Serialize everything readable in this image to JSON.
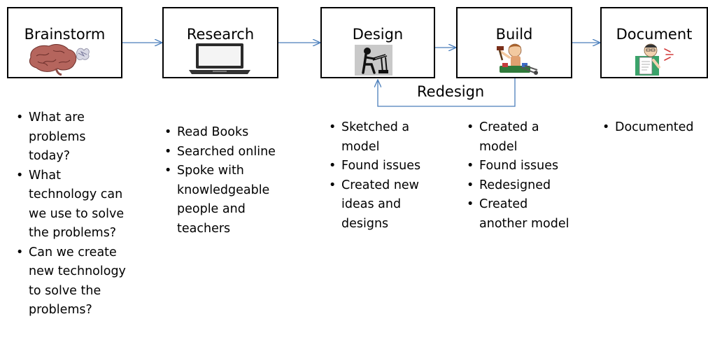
{
  "steps": [
    {
      "title": "Brainstorm",
      "icon": "brain-icon",
      "bullets": [
        " What are problems today?",
        "What technology can we use to solve the problems?",
        "Can we create new technology to solve the problems?"
      ]
    },
    {
      "title": "Research",
      "icon": "laptop-icon",
      "bullets": [
        "Read Books",
        "Searched online",
        "Spoke with knowledgeable people and teachers"
      ]
    },
    {
      "title": "Design",
      "icon": "designer-at-desk-icon",
      "bullets": [
        "Sketched a model",
        "Found issues",
        "Created new ideas and designs"
      ]
    },
    {
      "title": "Build",
      "icon": "builder-with-hammer-icon",
      "bullets": [
        "Created a model",
        "Found issues",
        "Redesigned",
        "Created another model"
      ]
    },
    {
      "title": "Document",
      "icon": "person-writing-icon",
      "bullets": [
        "Documented"
      ]
    }
  ],
  "feedback": {
    "label": "Redesign"
  },
  "colors": {
    "arrow": "#4a7ebb",
    "border": "#000000"
  }
}
